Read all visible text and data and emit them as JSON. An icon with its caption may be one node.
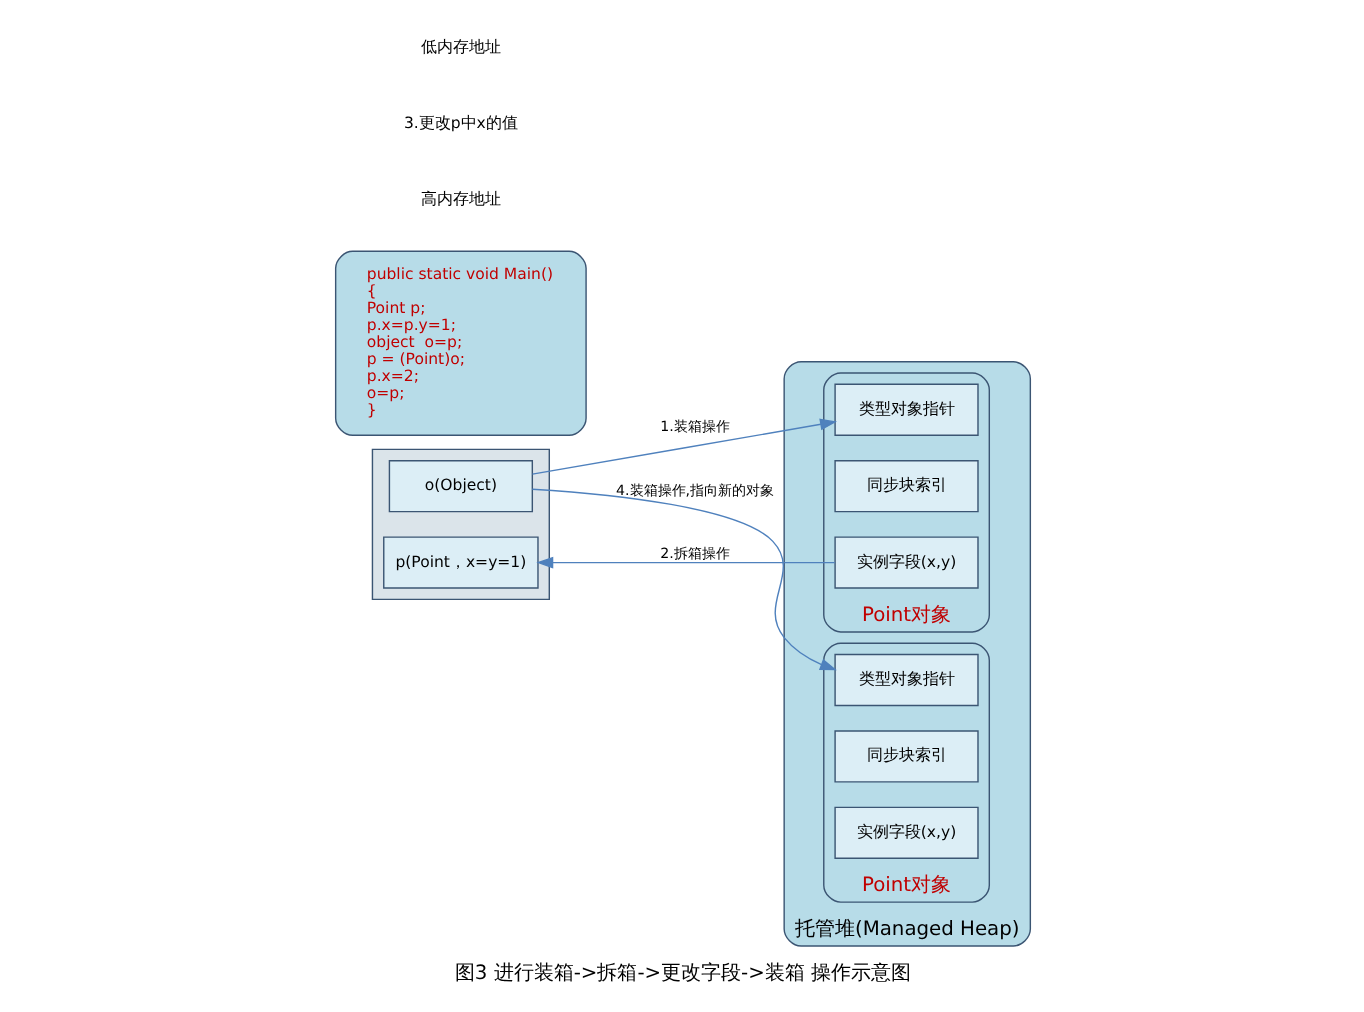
{
  "diagram": {
    "caption": "图3 进行装箱->拆箱->更改字段->装箱 操作示意图",
    "nodes": [
      {
        "text": [],
        "shape": "box"
      },
      {
        "text": [
          "p(Point，x=y=1)"
        ],
        "in": 0
      },
      {
        "text": [
          "o(Object)"
        ],
        "in": 0
      },
      {
        "text": [
          "托管堆(Managed Heap)"
        ]
      },
      {
        "text": [
          "Point对象"
        ],
        "in": 3
      },
      {
        "text": [
          "类型对象指针"
        ],
        "in": 4
      },
      {
        "text": [
          "同步块索引"
        ],
        "in": 4
      },
      {
        "text": [
          "实例字段(x,y)"
        ],
        "in": 4
      },
      {
        "text": [
          "Point对象"
        ],
        "in": 3
      },
      {
        "text": [
          "类型对象指针"
        ],
        "in": 8
      },
      {
        "text": [
          "同步块索引"
        ],
        "in": 8
      },
      {
        "text": [
          "实例字段(x,y)"
        ],
        "in": 8
      },
      {
        "text": [
          "public static void Main()",
          "{",
          "Point p;",
          "p.x=p.y=1;",
          "object  o=p;",
          "p = (Point)o;",
          "p.x=2;",
          "o=p;",
          "}"
        ]
      }
    ],
    "edges": [
      {
        "from": 2,
        "to": 5,
        "arrow": "to",
        "label": "1.装箱操作"
      },
      {
        "from": 7,
        "to": 1,
        "arrow": "to",
        "label": "2.拆箱操作"
      },
      {
        "from": 2,
        "to": 9,
        "arrow": "to",
        "label": "4.装箱操作,指向新的对象"
      }
    ],
    "labels": [
      "高内存地址",
      "3.更改p中x的值",
      "低内存地址"
    ]
  }
}
